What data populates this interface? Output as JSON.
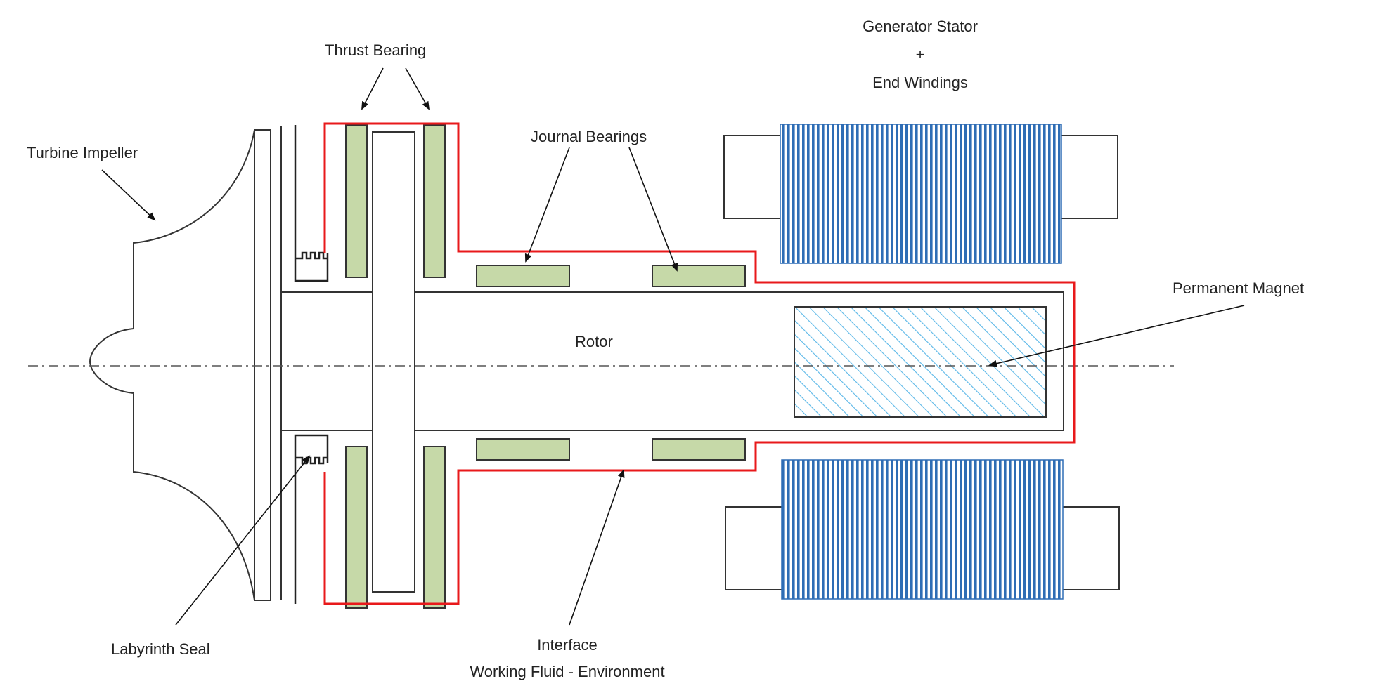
{
  "labels": {
    "turbine_impeller": "Turbine Impeller",
    "thrust_bearing": "Thrust Bearing",
    "journal_bearings": "Journal Bearings",
    "generator_stator_line1": "Generator Stator",
    "generator_stator_line2": "+",
    "generator_stator_line3": "End Windings",
    "permanent_magnet": "Permanent Magnet",
    "rotor": "Rotor",
    "labyrinth_seal": "Labyrinth Seal",
    "interface_line1": "Interface",
    "interface_line2": "Working Fluid - Environment"
  },
  "colors": {
    "interface_line": "#e8191b",
    "bearing_pad": "#c6d9a8",
    "stator_winding": "#2e6db5",
    "magnet_hatch": "#5bb8e8"
  }
}
